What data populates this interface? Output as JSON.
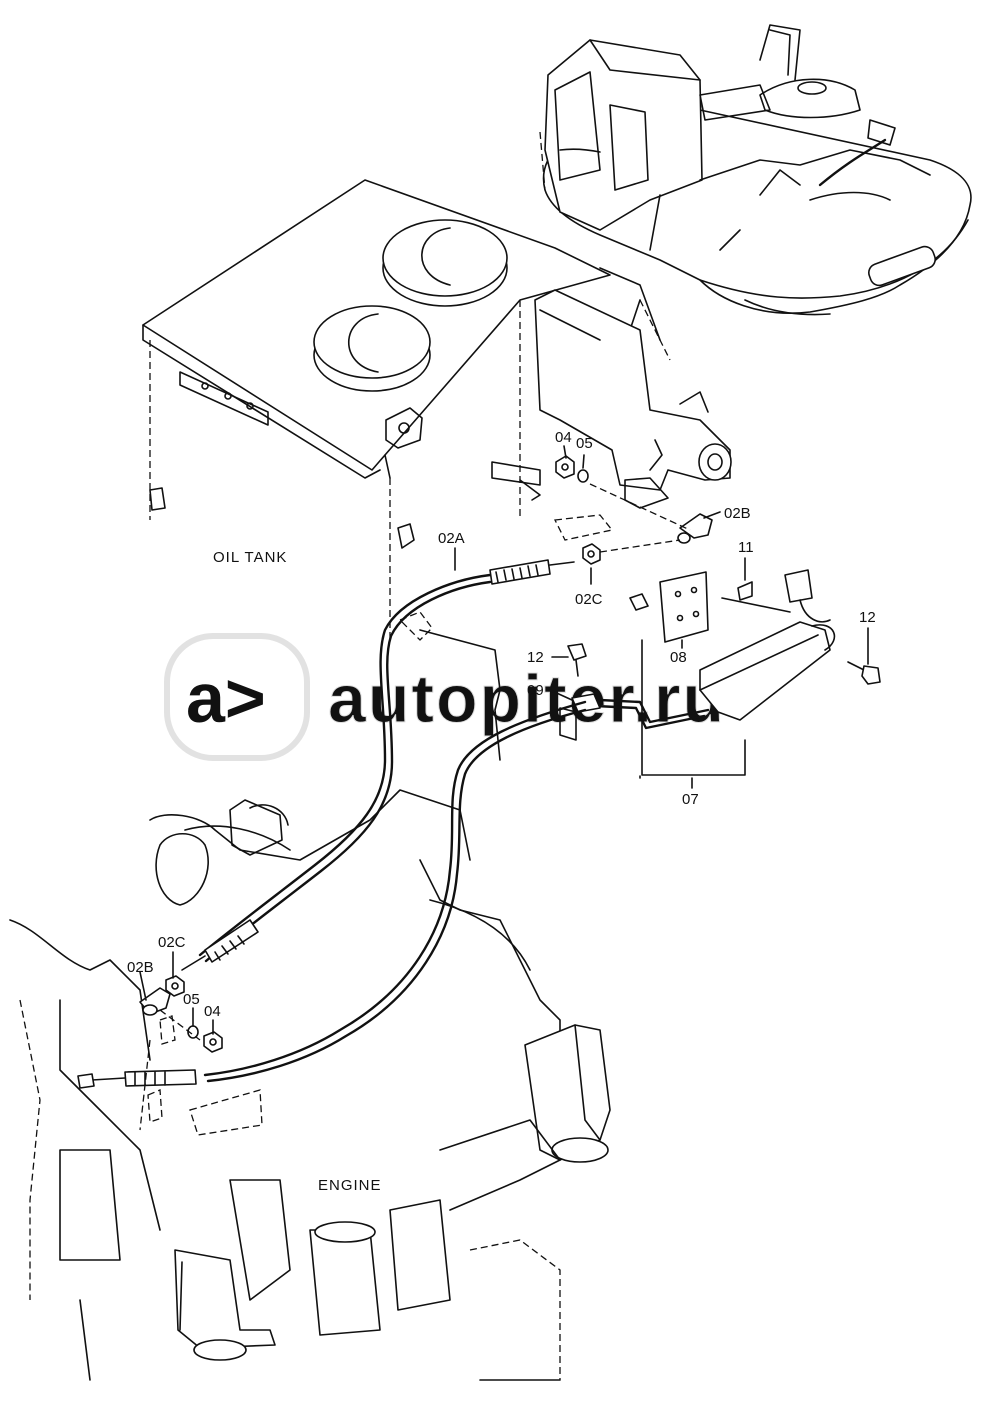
{
  "labels": {
    "oil_tank": "OIL TANK",
    "engine": "ENGINE"
  },
  "callouts": {
    "p04_top": "04",
    "p05_top": "05",
    "p02B_top": "02B",
    "p02A": "02A",
    "p02C_top": "02C",
    "p11": "11",
    "p12_right": "12",
    "p12_left": "12",
    "p08": "08",
    "p09": "09",
    "p07": "07",
    "p02C_bottom": "02C",
    "p02B_bottom": "02B",
    "p05_bottom": "05",
    "p04_bottom": "04"
  },
  "watermark": {
    "text": "autopiter.ru"
  }
}
